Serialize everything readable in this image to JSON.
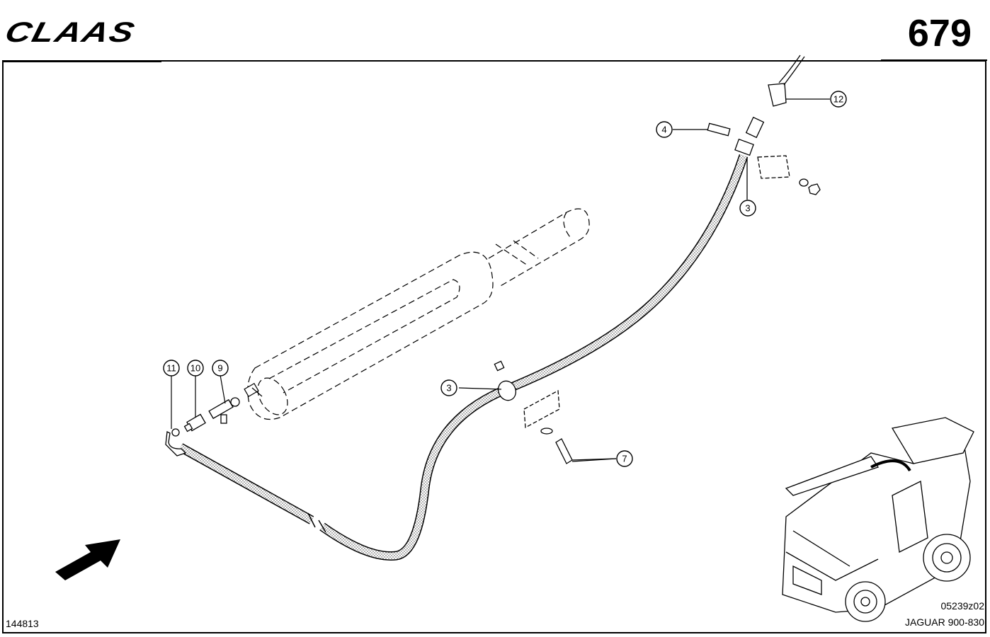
{
  "header": {
    "logo_text": "CLAAS",
    "page_number": "679"
  },
  "footer": {
    "document_id": "144813",
    "drawing_code": "05239z02",
    "model": "JAGUAR 900-830"
  },
  "callouts": [
    "11",
    "10",
    "9",
    "3",
    "7",
    "3",
    "4",
    "12"
  ],
  "icons": {
    "direction_arrow": "direction-arrow-icon",
    "machine_thumbnail": "forage-harvester-icon"
  }
}
